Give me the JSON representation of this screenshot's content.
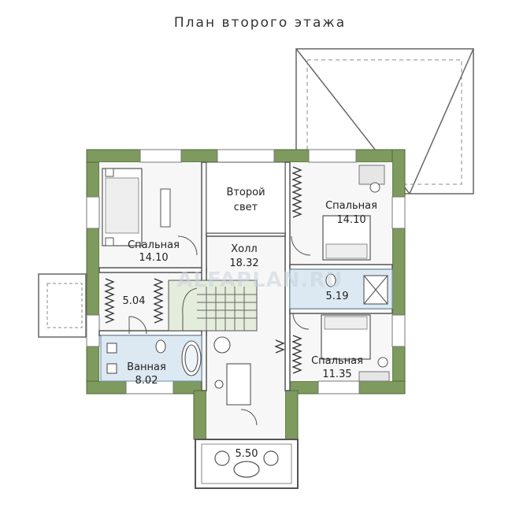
{
  "plan": {
    "title": "План второго этажа",
    "rooms": {
      "bedroom_nw": {
        "name": "Спальная",
        "area": "14.10"
      },
      "second_light": {
        "line1": "Второй",
        "line2": "свет"
      },
      "bedroom_ne": {
        "name": "Спальная",
        "area": "14.10"
      },
      "hall": {
        "name": "Холл",
        "area": "18.32"
      },
      "closet_w": {
        "area": "5.04"
      },
      "bathroom_e": {
        "area": "5.19"
      },
      "bathroom_w": {
        "name": "Ванная",
        "area": "8.02"
      },
      "bedroom_se": {
        "name": "Спальная",
        "area": "11.35"
      },
      "balcony": {
        "area": "5.50"
      }
    },
    "watermark": "ALFAPLAN.RU",
    "colors": {
      "wall": "#7e9a5e",
      "floor": "#f7f7f7",
      "stair": "#e4ecdb",
      "bath": "#dde9f2",
      "line": "#555555"
    }
  }
}
